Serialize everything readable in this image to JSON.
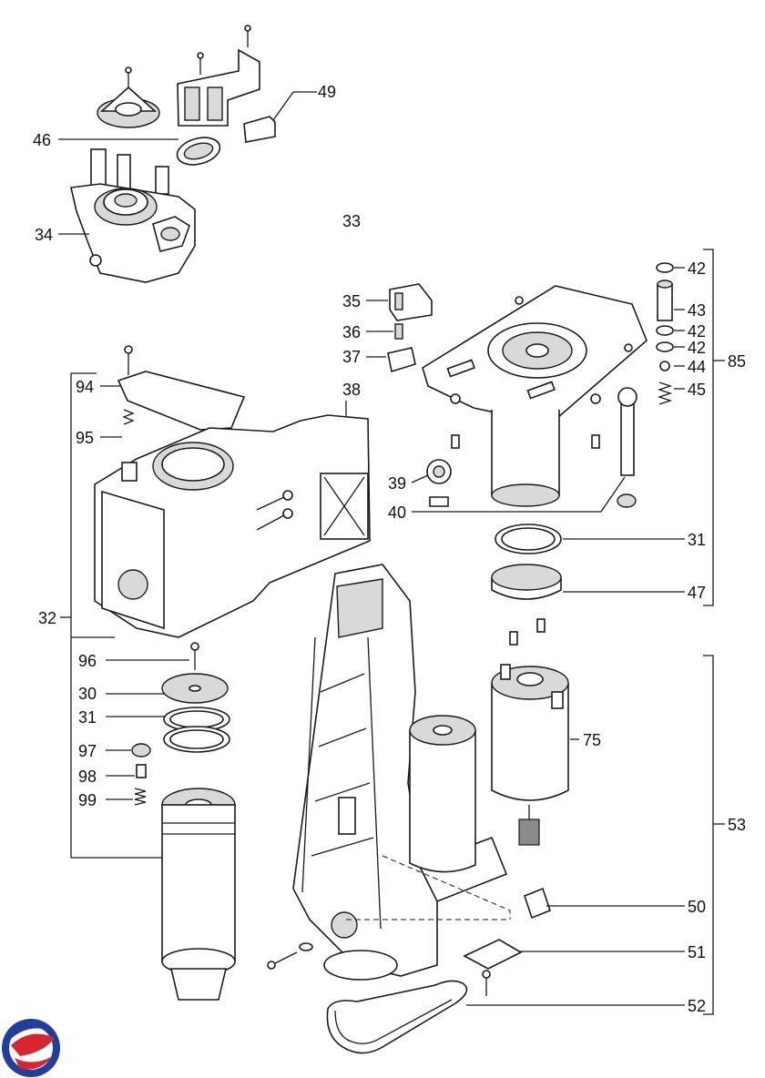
{
  "callouts": {
    "c30": "30",
    "c31a": "31",
    "c31b": "31",
    "c32": "32",
    "c33": "33",
    "c34": "34",
    "c35": "35",
    "c36": "36",
    "c37": "37",
    "c38": "38",
    "c39": "39",
    "c40": "40",
    "c42a": "42",
    "c42b": "42",
    "c42c": "42",
    "c43": "43",
    "c44": "44",
    "c45": "45",
    "c46": "46",
    "c47": "47",
    "c49": "49",
    "c50": "50",
    "c51": "51",
    "c52": "52",
    "c53": "53",
    "c75": "75",
    "c85": "85",
    "c94": "94",
    "c95": "95",
    "c96": "96",
    "c97": "97",
    "c98": "98",
    "c99": "99"
  },
  "logo": {
    "name": "brand-logo",
    "colors": [
      "#1f3f9e",
      "#d7262e"
    ]
  }
}
